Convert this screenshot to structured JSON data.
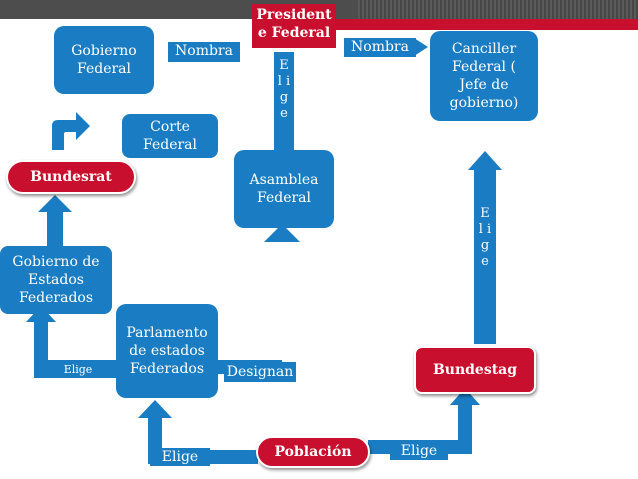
{
  "title": "President e Federal",
  "nodes": {
    "gobierno_federal": "Gobierno Federal",
    "canciller_federal": "Canciller Federal ( Jefe de gobierno)",
    "corte_federal": "Corte Federal",
    "bundesrat": "Bundesrat",
    "asamblea_federal": "Asamblea Federal",
    "gobierno_estados": "Gobierno de Estados Federados",
    "parlamento_estados": "Parlamento de estados Federados",
    "bundestag": "Bundestag",
    "poblacion": "Población"
  },
  "edges": {
    "nombra_left": "Nombra",
    "nombra_right": "Nombra",
    "elige_presidente": "E l i g e",
    "elige_canciller": "E l i g e",
    "elige_small": "Elige",
    "designan": "Designan",
    "elige_bottom_left": "Elige",
    "elige_bottom_right": "Elige"
  },
  "colors": {
    "box_blue": "#1a7dc3",
    "accent_red": "#c8102e",
    "header_gray": "#4d4d4d"
  }
}
